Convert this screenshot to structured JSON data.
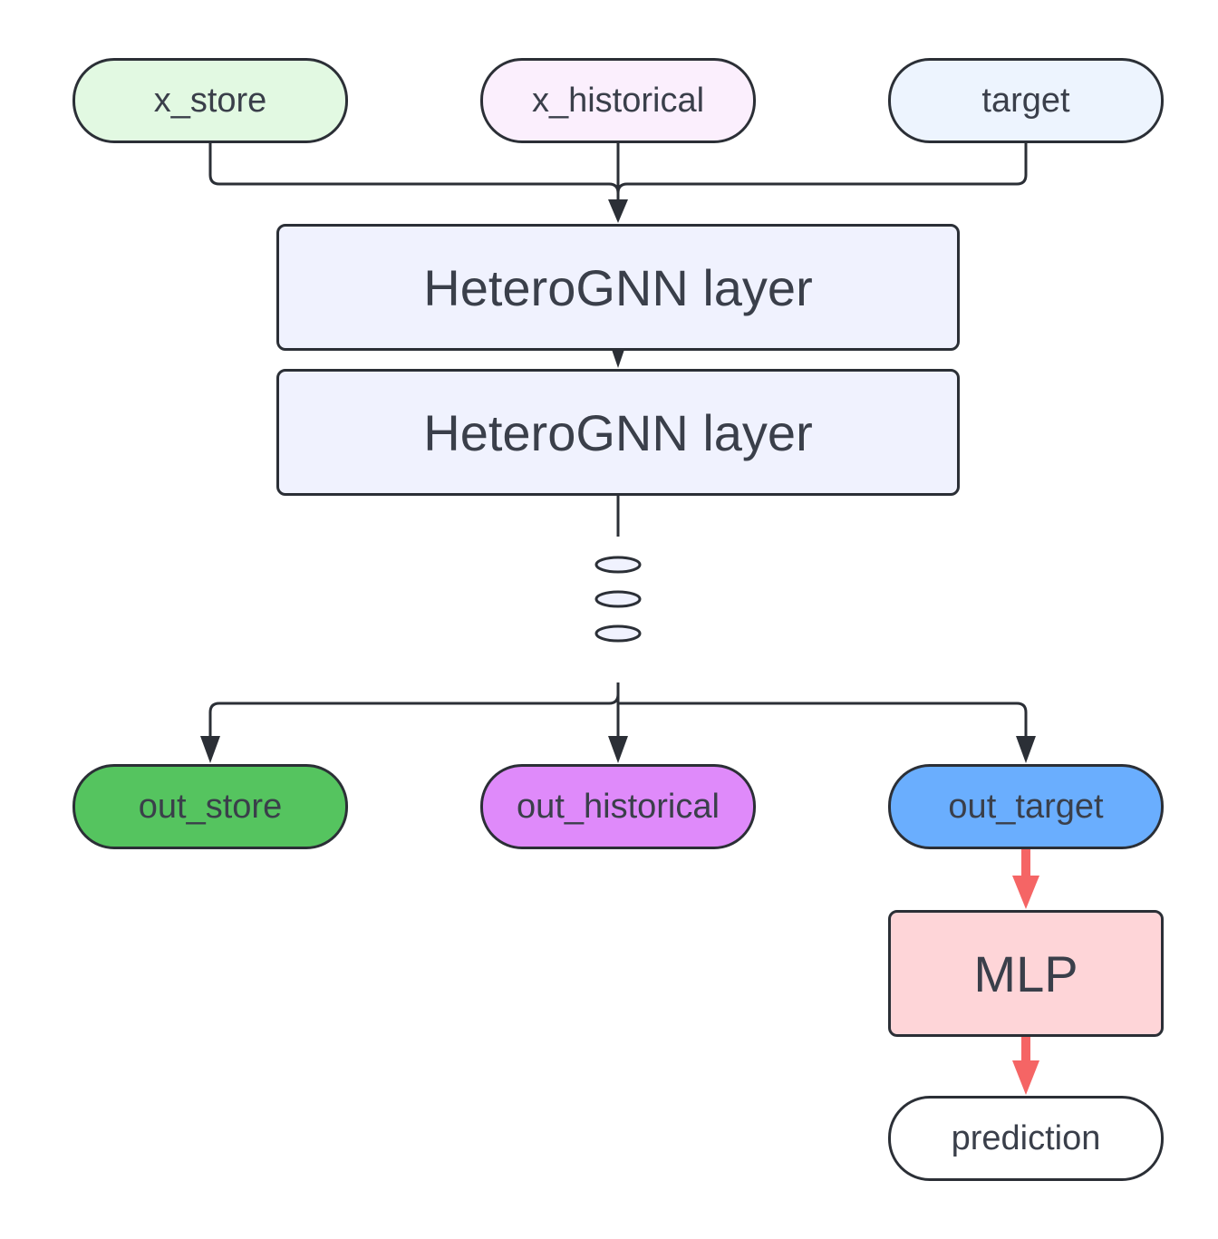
{
  "nodes": {
    "x_store": "x_store",
    "x_historical": "x_historical",
    "target": "target",
    "layer_1": "HeteroGNN layer",
    "layer_2": "HeteroGNN layer",
    "out_store": "out_store",
    "out_historical": "out_historical",
    "out_target": "out_target",
    "mlp": "MLP",
    "prediction": "prediction"
  },
  "colors": {
    "stroke": "#2b2f36",
    "text": "#3a3f4a",
    "highlight_arrow": "#f56565",
    "x_store_fill": "#e2f9e2",
    "x_historical_fill": "#fbeffd",
    "target_fill": "#edf4fe",
    "layer_fill": "#f0f2fe",
    "out_store_fill": "#55c45f",
    "out_historical_fill": "#df8afa",
    "out_target_fill": "#6aaefe",
    "mlp_fill": "#fed5d8",
    "prediction_fill": "#ffffff"
  }
}
